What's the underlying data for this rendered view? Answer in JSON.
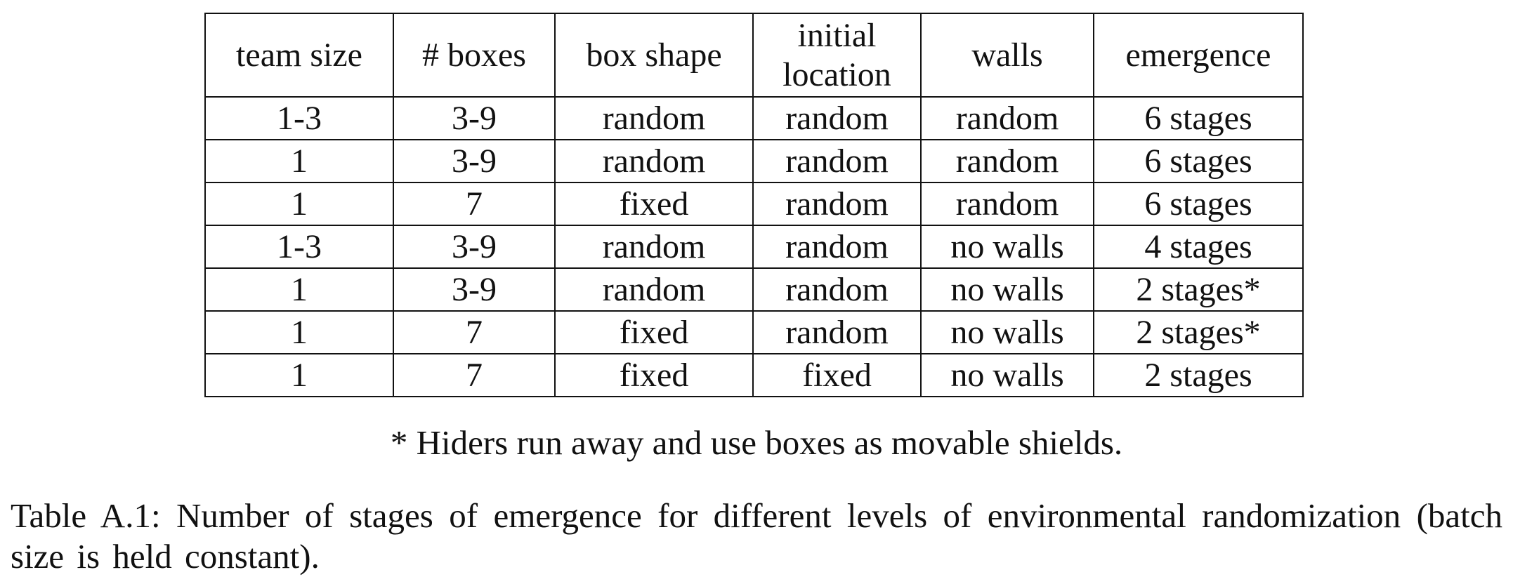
{
  "table": {
    "headers": [
      "team size",
      "# boxes",
      "box shape",
      "initial location",
      "walls",
      "emergence"
    ],
    "rows": [
      [
        "1-3",
        "3-9",
        "random",
        "random",
        "random",
        "6 stages"
      ],
      [
        "1",
        "3-9",
        "random",
        "random",
        "random",
        "6 stages"
      ],
      [
        "1",
        "7",
        "fixed",
        "random",
        "random",
        "6 stages"
      ],
      [
        "1-3",
        "3-9",
        "random",
        "random",
        "no walls",
        "4 stages"
      ],
      [
        "1",
        "3-9",
        "random",
        "random",
        "no walls",
        "2 stages*"
      ],
      [
        "1",
        "7",
        "fixed",
        "random",
        "no walls",
        "2 stages*"
      ],
      [
        "1",
        "7",
        "fixed",
        "fixed",
        "no walls",
        "2 stages"
      ]
    ]
  },
  "footnote": "* Hiders run away and use boxes as movable shields.",
  "caption": "Table A.1: Number of stages of emergence for different levels of environmental randomization (batch size is held constant)."
}
